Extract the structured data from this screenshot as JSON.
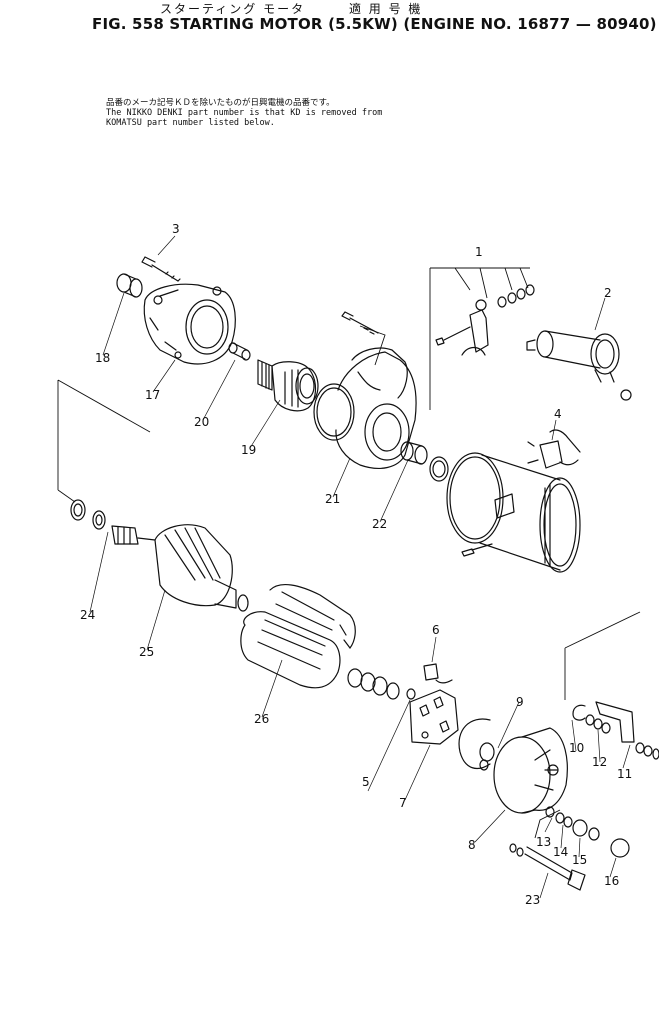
{
  "header": {
    "japanese_title": "スターティング モータ",
    "japanese_applicable": "適 用 号 機",
    "figure_title": "FIG. 558  STARTING MOTOR (5.5KW) (ENGINE NO. 16877 — 80940)"
  },
  "notes": [
    "品番のメーカ記号ＫＤを除いたものが日興電機の品番です。",
    "The NIKKO DENKI part number is that KD is removed from",
    "KOMATSU part number listed below."
  ],
  "callouts": [
    "1",
    "2",
    "3",
    "4",
    "5",
    "6",
    "7",
    "8",
    "9",
    "10",
    "11",
    "12",
    "13",
    "14",
    "15",
    "16",
    "17",
    "18",
    "19",
    "20",
    "21",
    "22",
    "23",
    "24",
    "25",
    "26"
  ]
}
